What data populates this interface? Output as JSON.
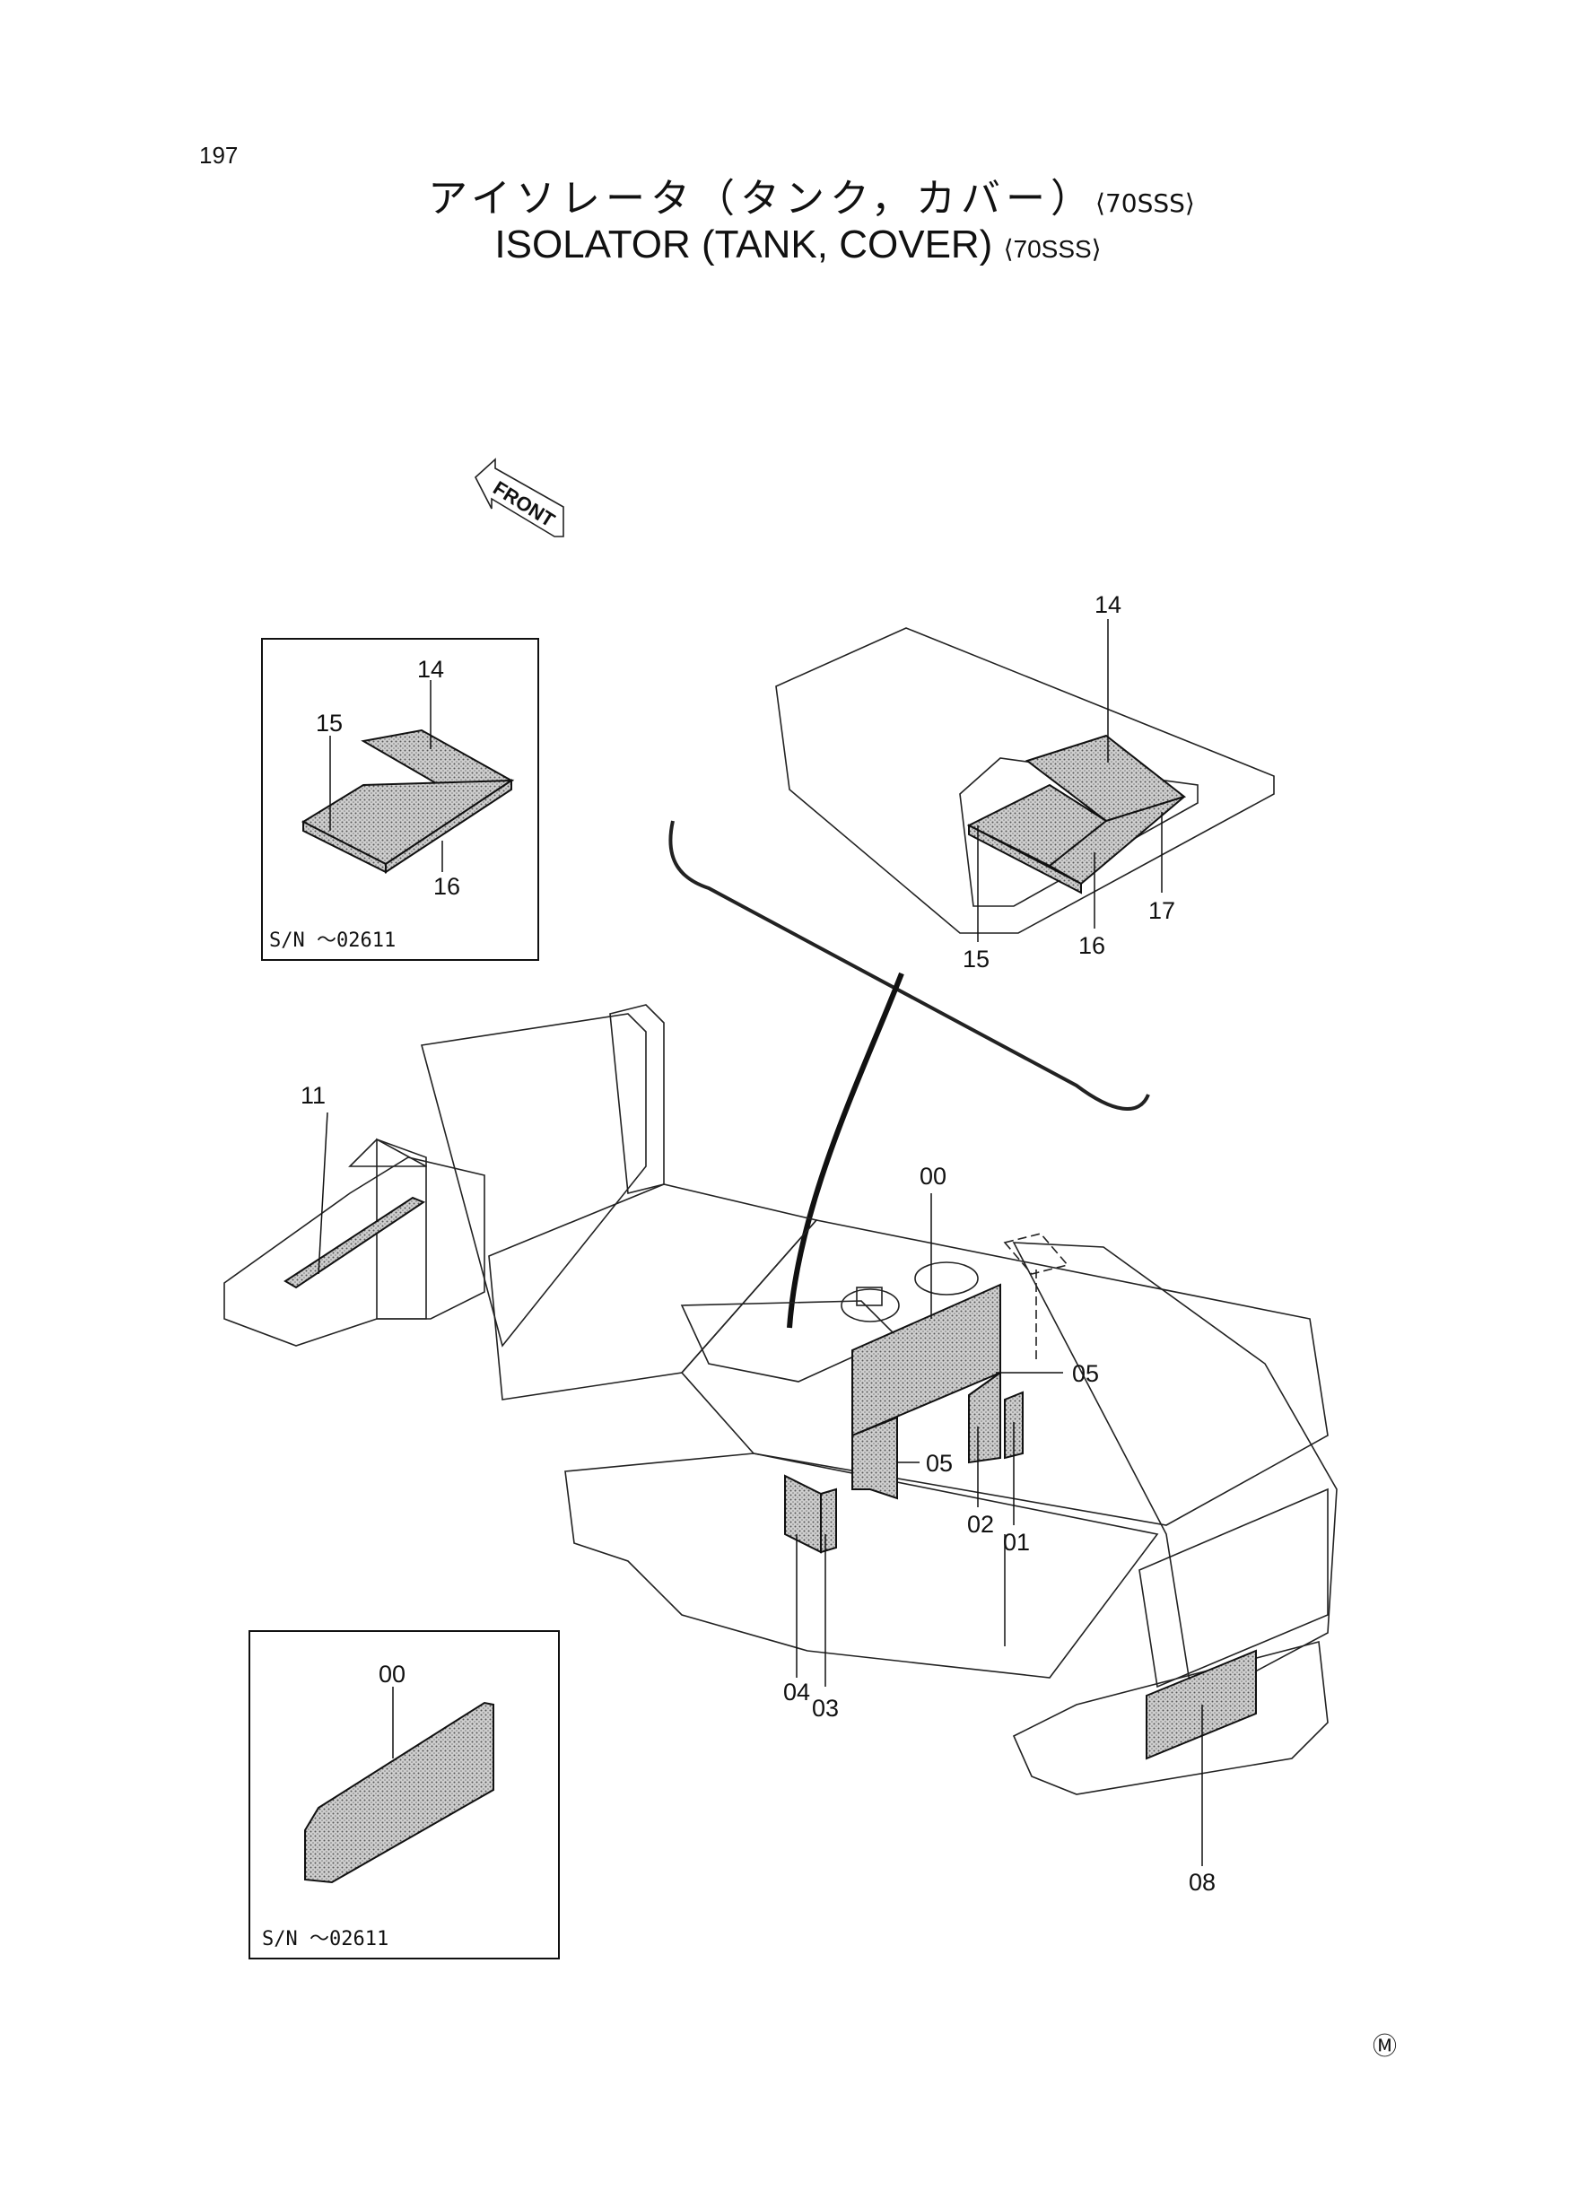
{
  "page_number": "197",
  "title": {
    "japanese": "アイソレータ（タンク，カバー）",
    "english": "ISOLATOR (TANK, COVER)",
    "variant": "⟨70SSS⟩"
  },
  "front_arrow": {
    "label": "FRONT"
  },
  "insets": [
    {
      "serial": "S/N ～02611",
      "parts": [
        "14",
        "15",
        "16"
      ]
    },
    {
      "serial": "S/N ～02611",
      "parts": [
        "00"
      ]
    }
  ],
  "detail_parts": [
    "14",
    "15",
    "16",
    "17"
  ],
  "main_parts": [
    "11",
    "00",
    "05",
    "05",
    "02",
    "01",
    "04",
    "03",
    "08"
  ],
  "footer_mark": "Ⓜ"
}
